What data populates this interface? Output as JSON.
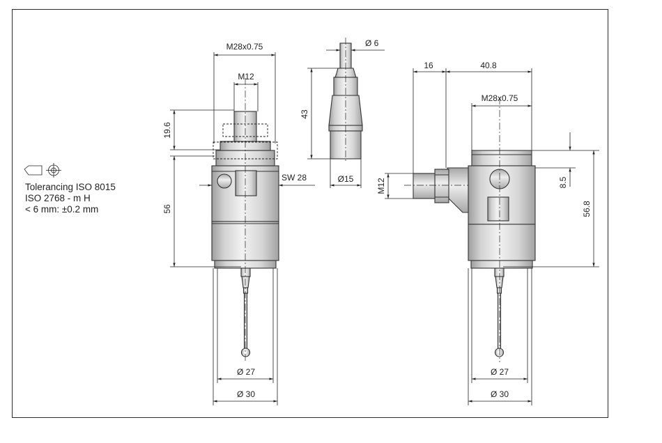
{
  "notes": {
    "tolerancing": "Tolerancing ISO 8015",
    "iso_class": "ISO 2768 - m H",
    "tolerance_value": "< 6 mm: ±0.2 mm"
  },
  "front_view": {
    "thread_top": "M28x0.75",
    "thread_small": "M12",
    "height_upper": "19.6",
    "height_body": "56",
    "wrench_size": "SW 28",
    "diameter_inner": "Ø 27",
    "diameter_outer": "Ø 30"
  },
  "connector_view": {
    "cable_diameter": "Ø 6",
    "length": "43",
    "diameter": "Ø15"
  },
  "side_view": {
    "offset_left": "16",
    "width": "40.8",
    "thread_top": "M28x0.75",
    "thread_connector": "M12",
    "offset_small": "8.5",
    "height_body": "56.8",
    "diameter_inner": "Ø 27",
    "diameter_outer": "Ø 30"
  }
}
